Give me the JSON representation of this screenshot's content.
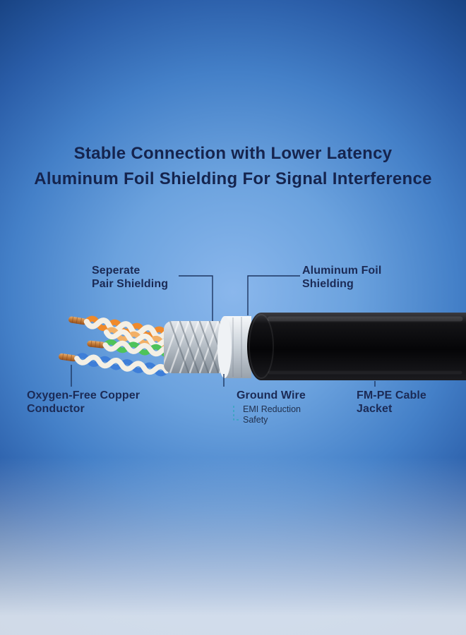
{
  "title": {
    "line1": "Stable Connection with Lower Latency",
    "line2": "Aluminum Foil Shielding For Signal Interference"
  },
  "callouts": {
    "pair_shielding": {
      "line1": "Seperate",
      "line2": "Pair Shielding"
    },
    "aluminum_foil": {
      "line1": "Aluminum Foil",
      "line2": "Shielding"
    },
    "copper_conductor": {
      "line1": "Oxygen-Free Copper",
      "line2": "Conductor"
    },
    "ground_wire": {
      "label": "Ground Wire",
      "note_line1": "EMI Reduction",
      "note_line2": "Safety"
    },
    "cable_jacket": {
      "line1": "FM-PE Cable",
      "line2": "Jacket"
    }
  },
  "colors": {
    "title_text": "#15244e",
    "label_text": "#1b2a55",
    "callout_line": "#1d3560",
    "note_dash_line": "#2aa7b8",
    "background_center": "#8ab7ec",
    "background_edge": "#0c2556",
    "cable_jacket": "#0a0a0c",
    "aluminum_foil": "#d9dee4",
    "braided_shield": "#aeb6bf",
    "copper": "#c9803f",
    "wire_orange": "#ef8a2c",
    "wire_green": "#4ec35a",
    "wire_blue": "#3e7ed8",
    "wire_white": "#f4efe4"
  }
}
